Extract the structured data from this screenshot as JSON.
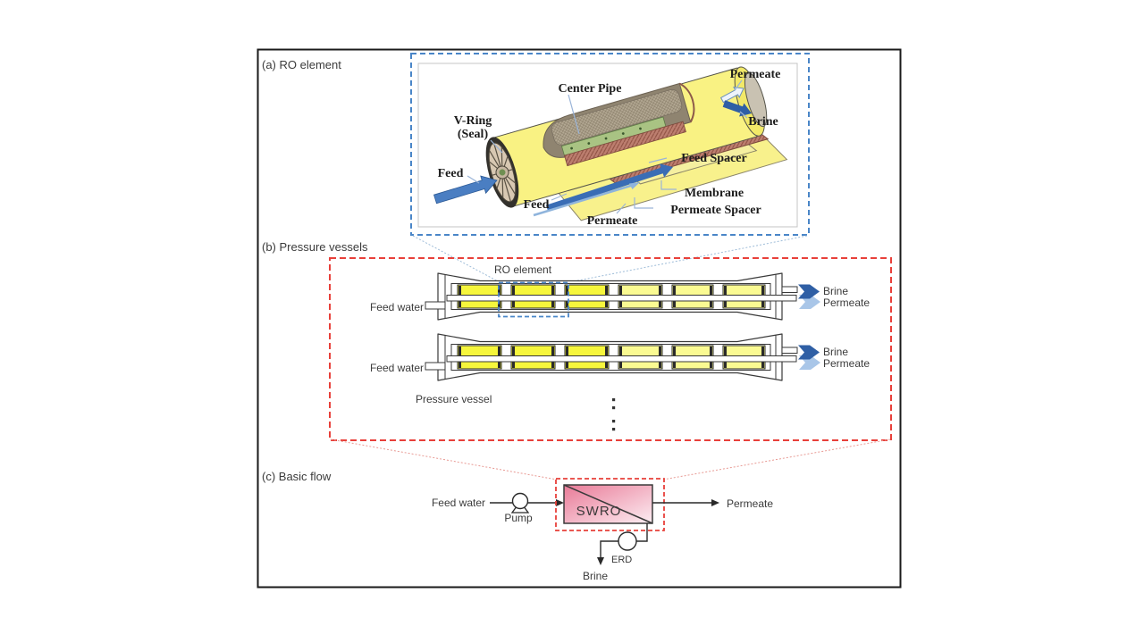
{
  "sections": {
    "a_label": "(a) RO element",
    "b_label": "(b) Pressure vessels",
    "c_label": "(c) Basic flow"
  },
  "ro": {
    "center_pipe": "Center Pipe",
    "permeate_out": "Permeate",
    "brine_out": "Brine",
    "v_ring1": "V-Ring",
    "v_ring2": "(Seal)",
    "feed_main": "Feed",
    "feed_channel": "Feed",
    "permeate_channel": "Permeate",
    "feed_spacer": "Feed Spacer",
    "membrane": "Membrane",
    "permeate_spacer": "Permeate Spacer"
  },
  "pv": {
    "callout": "RO element",
    "vessel_label": "Pressure vessel",
    "vessels": [
      {
        "feed": "Feed water",
        "brine": "Brine",
        "permeate": "Permeate"
      },
      {
        "feed": "Feed water",
        "brine": "Brine",
        "permeate": "Permeate"
      }
    ]
  },
  "flow": {
    "feed": "Feed water",
    "pump": "Pump",
    "unit": "SWRO",
    "permeate": "Permeate",
    "erd": "ERD",
    "brine": "Brine"
  },
  "colors": {
    "element_yellow": "#f6f63c",
    "element_yellow_light": "#fafa92",
    "cylinder_yellow": "#f9f283",
    "callout_blue": "#4a86c8",
    "callout_red": "#e8403a",
    "arrow_dark_blue": "#2f5fa5",
    "arrow_light_blue": "#a9c6e8",
    "swro_pink": "#e97a97",
    "swro_pink_light": "#fcedf2",
    "text_dark": "#3b3b3b"
  }
}
